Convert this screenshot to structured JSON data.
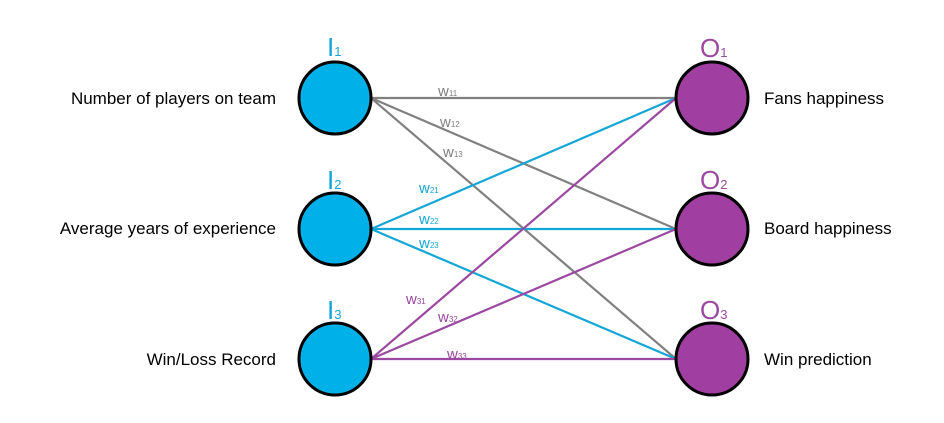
{
  "colors": {
    "input_fill": "#00b0e8",
    "output_fill": "#a13ea1",
    "node_stroke": "#000000",
    "weight_input1": "#808080",
    "weight_input2": "#14a6d6",
    "weight_input3": "#9a48a0",
    "input_id": "#14a6d6",
    "output_id": "#9a48a0"
  },
  "inputs": [
    {
      "id": "I",
      "sub": "1",
      "label": "Number of players on team"
    },
    {
      "id": "I",
      "sub": "2",
      "label": "Average years of experience"
    },
    {
      "id": "I",
      "sub": "3",
      "label": "Win/Loss Record"
    }
  ],
  "outputs": [
    {
      "id": "O",
      "sub": "1",
      "label": "Fans happiness"
    },
    {
      "id": "O",
      "sub": "2",
      "label": "Board happiness"
    },
    {
      "id": "O",
      "sub": "3",
      "label": "Win prediction"
    }
  ],
  "weights": [
    {
      "from": 1,
      "to": 1,
      "label": "w",
      "sub": "11"
    },
    {
      "from": 1,
      "to": 2,
      "label": "w",
      "sub": "12"
    },
    {
      "from": 1,
      "to": 3,
      "label": "w",
      "sub": "13"
    },
    {
      "from": 2,
      "to": 1,
      "label": "w",
      "sub": "21"
    },
    {
      "from": 2,
      "to": 2,
      "label": "w",
      "sub": "22"
    },
    {
      "from": 2,
      "to": 3,
      "label": "w",
      "sub": "23"
    },
    {
      "from": 3,
      "to": 1,
      "label": "w",
      "sub": "31"
    },
    {
      "from": 3,
      "to": 2,
      "label": "w",
      "sub": "32"
    },
    {
      "from": 3,
      "to": 3,
      "label": "w",
      "sub": "33"
    }
  ]
}
